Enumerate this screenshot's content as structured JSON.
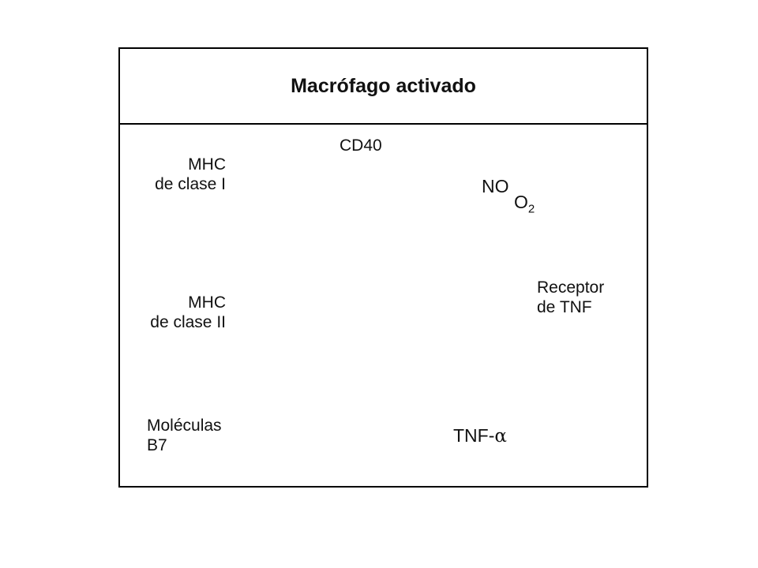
{
  "title": "Macrófago activado",
  "labels": {
    "mhc1_line1": "MHC",
    "mhc1_line2": "de clase I",
    "mhc2_line1": "MHC",
    "mhc2_line2": "de clase II",
    "b7_line1": "Moléculas",
    "b7_line2": "B7",
    "cd40": "CD40",
    "no": "NO",
    "o2": "O",
    "o2_sub": "2",
    "receptor_line1": "Receptor",
    "receptor_line2": "de TNF",
    "tnf": "TNF-",
    "tnf_greek": "α"
  },
  "colors": {
    "header_bg": "#80ffff",
    "cell_fill": "#ffff9c",
    "nucleus_fill": "#fffbd0",
    "vesicle_fill": "#8c8cde",
    "granule_red": "#e61919",
    "mhc1_green": "#2ec82e",
    "mhc2_yellow": "#ffe61e",
    "receptor_blue": "#2aa6e0"
  }
}
